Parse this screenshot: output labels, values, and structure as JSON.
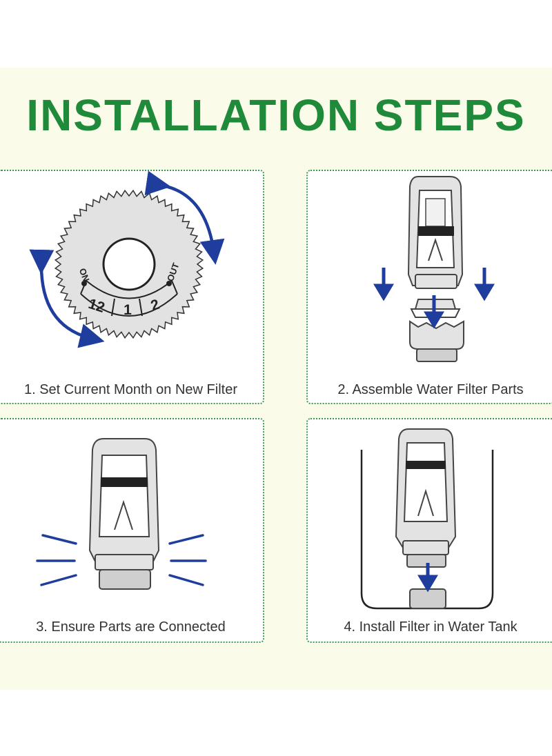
{
  "title": "INSTALLATION STEPS",
  "colors": {
    "title_green": "#1e8a3a",
    "arrow_blue": "#1f3d9c",
    "panel_border": "#3a9a4a",
    "band": "#fbfbea"
  },
  "steps": [
    {
      "caption": "1. Set Current Month on New Filter",
      "dial": {
        "on_label": "ON",
        "out_label": "OUT",
        "months": [
          "12",
          "1",
          "2"
        ]
      },
      "icons": [
        "filter-dial-icon",
        "rotate-arrow-icon"
      ]
    },
    {
      "caption": "2. Assemble Water Filter Parts",
      "icons": [
        "filter-cartridge-icon",
        "down-arrow-icon"
      ]
    },
    {
      "caption": "3. Ensure Parts are Connected",
      "icons": [
        "filter-cartridge-icon",
        "motion-lines-icon"
      ]
    },
    {
      "caption": "4. Install Filter in Water Tank",
      "icons": [
        "water-tank-icon",
        "filter-cartridge-icon",
        "down-arrow-icon"
      ]
    }
  ]
}
